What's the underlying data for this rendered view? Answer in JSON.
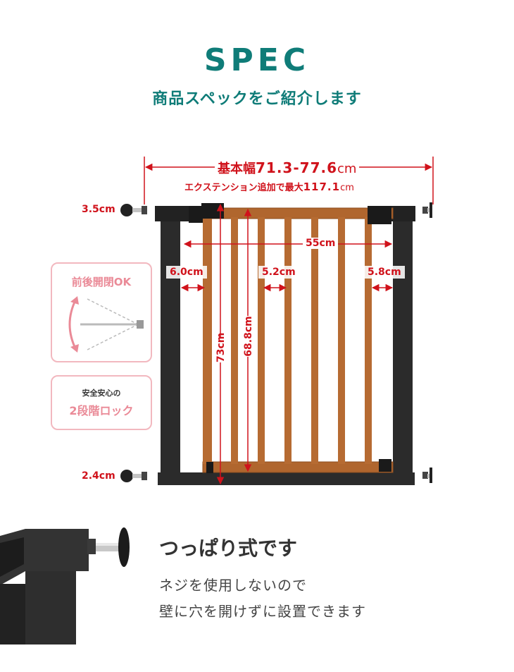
{
  "header": {
    "title": "SPEC",
    "subtitle": "商品スペックをご紹介します"
  },
  "dimensions": {
    "width_prefix": "基本幅",
    "width_range": "71.3-77.6",
    "width_unit": "cm",
    "extension_text": "エクステンション追加で最大",
    "extension_value": "117.1",
    "extension_unit": "cm",
    "top_spacer": "3.5cm",
    "bottom_spacer": "2.4cm",
    "opening_width": "55cm",
    "left_gap": "6.0cm",
    "bar_gap": "5.2cm",
    "right_gap": "5.8cm",
    "total_height": "73cm",
    "door_height": "68.8cm"
  },
  "features": {
    "two_way_title": "前後開閉OK",
    "lock_subtitle": "安全安心の",
    "lock_title": "2段階ロック"
  },
  "feature_detail": {
    "title": "つっぱり式です",
    "line1": "ネジを使用しないので",
    "line2": "壁に穴を開けずに設置できます"
  },
  "colors": {
    "teal": "#0f7c78",
    "red": "#d0121b",
    "pink": "#ea8a97",
    "frame": "#2b2b2b",
    "wood": "#b0662e"
  }
}
